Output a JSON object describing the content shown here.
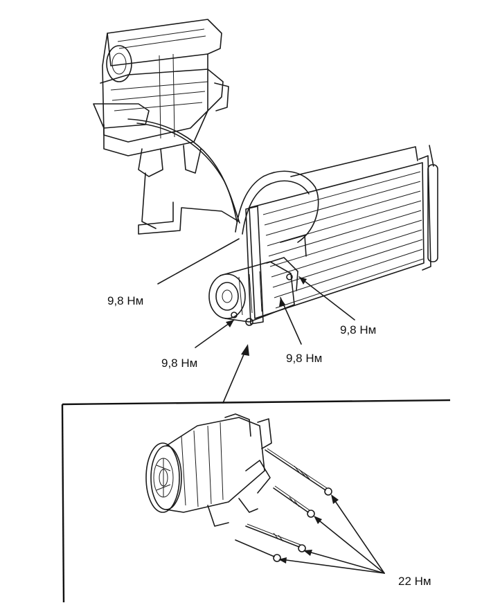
{
  "torque_labels": {
    "top_left": "9,8 Нм",
    "bottom_left": "9,8 Нм",
    "bottom_center": "9,8 Нм",
    "right": "9,8 Нм",
    "compressor_bolts": "22 Нм"
  },
  "colors": {
    "line": "#1a1a1a",
    "background": "#ffffff"
  }
}
